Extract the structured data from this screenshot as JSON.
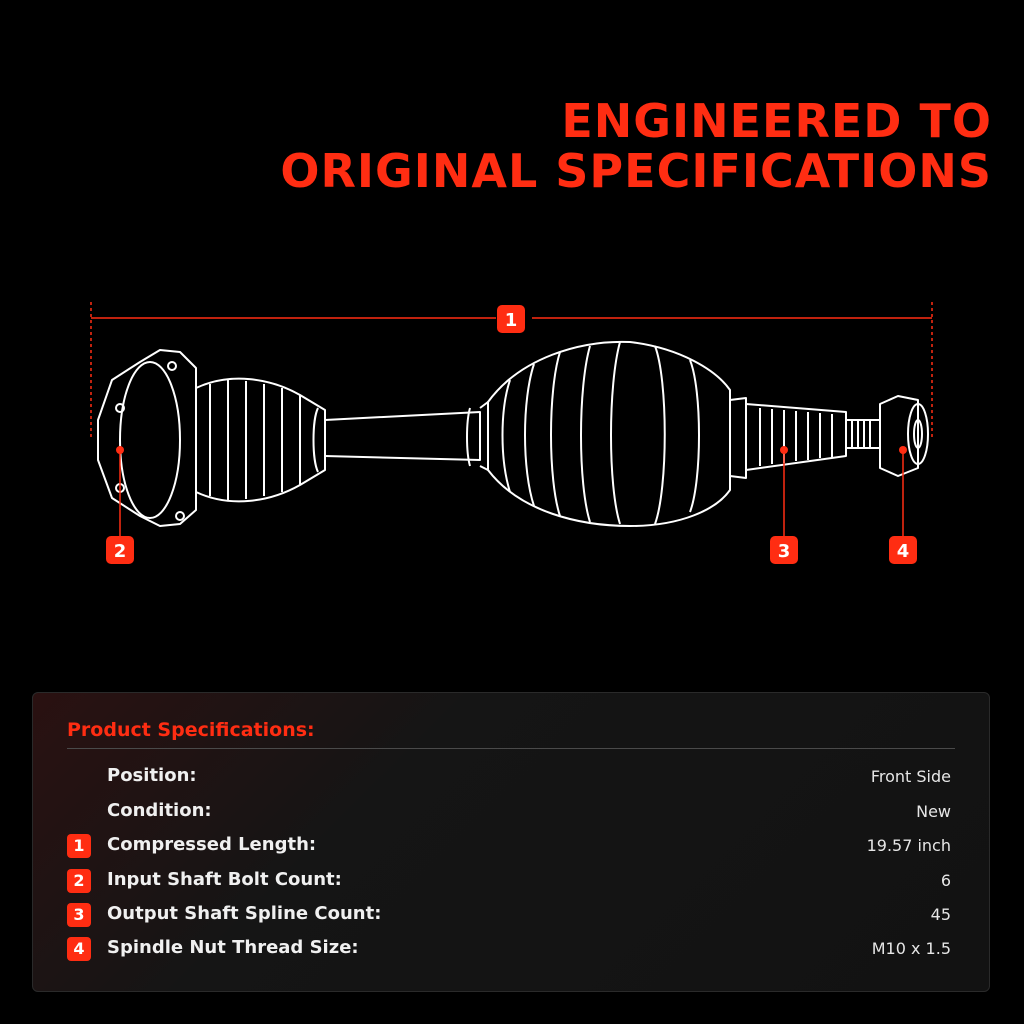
{
  "headline": {
    "line1": "ENGINEERED TO",
    "line2": "ORIGINAL SPECIFICATIONS"
  },
  "diagram": {
    "callouts": [
      "1",
      "2",
      "3",
      "4"
    ]
  },
  "specs": {
    "title": "Product Specifications:",
    "rows": [
      {
        "badge": "",
        "label": "Position:",
        "value": "Front Side"
      },
      {
        "badge": "",
        "label": "Condition:",
        "value": "New"
      },
      {
        "badge": "1",
        "label": "Compressed Length:",
        "value": "19.57 inch"
      },
      {
        "badge": "2",
        "label": "Input Shaft Bolt Count:",
        "value": "6"
      },
      {
        "badge": "3",
        "label": "Output Shaft Spline Count:",
        "value": "45"
      },
      {
        "badge": "4",
        "label": "Spindle Nut Thread Size:",
        "value": "M10 x 1.5"
      }
    ]
  },
  "colors": {
    "accent": "#ff2d12",
    "background": "#000000",
    "line_art": "#ffffff"
  }
}
